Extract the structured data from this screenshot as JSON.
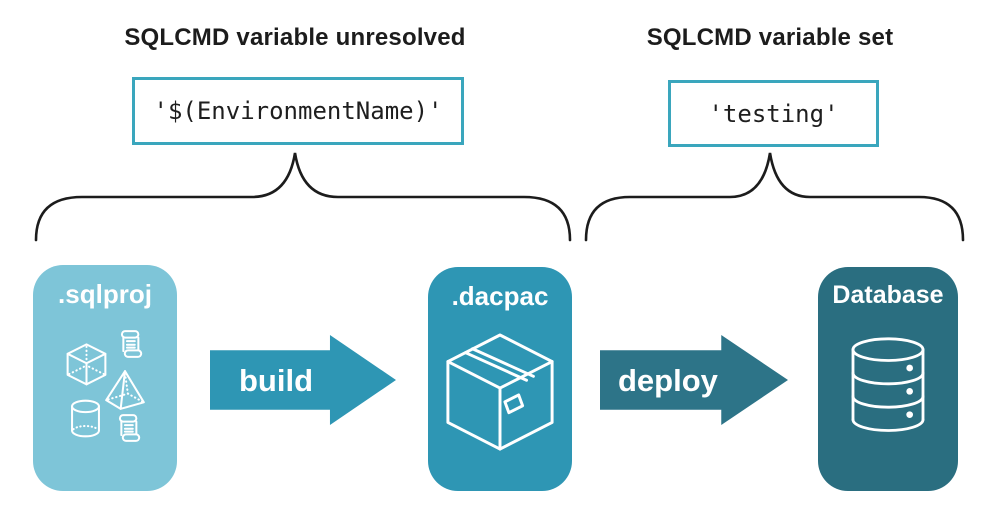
{
  "annotations": {
    "unresolved": {
      "title": "SQLCMD variable unresolved",
      "code": "'$(EnvironmentName)'"
    },
    "set": {
      "title": "SQLCMD variable set",
      "code": "'testing'"
    }
  },
  "pipeline": {
    "sqlproj": {
      "label": ".sqlproj",
      "icons": [
        "scroll-icon",
        "cube-icon",
        "pyramid-icon",
        "cylinder-icon",
        "scroll-icon"
      ]
    },
    "build": {
      "label": "build"
    },
    "dacpac": {
      "label": ".dacpac",
      "icons": [
        "package-icon"
      ]
    },
    "deploy": {
      "label": "deploy"
    },
    "database": {
      "label": "Database",
      "icons": [
        "database-cylinder-icon"
      ]
    }
  },
  "colors": {
    "sqlproj_bg": "#7ec5d8",
    "dacpac_bg": "#2e96b4",
    "build_arrow": "#2e96b4",
    "deploy_arrow": "#2d7488",
    "database_bg": "#2a6e80",
    "code_border": "#3aa6bd",
    "text": "#1c1c1c",
    "icon_stroke": "#ffffff"
  }
}
